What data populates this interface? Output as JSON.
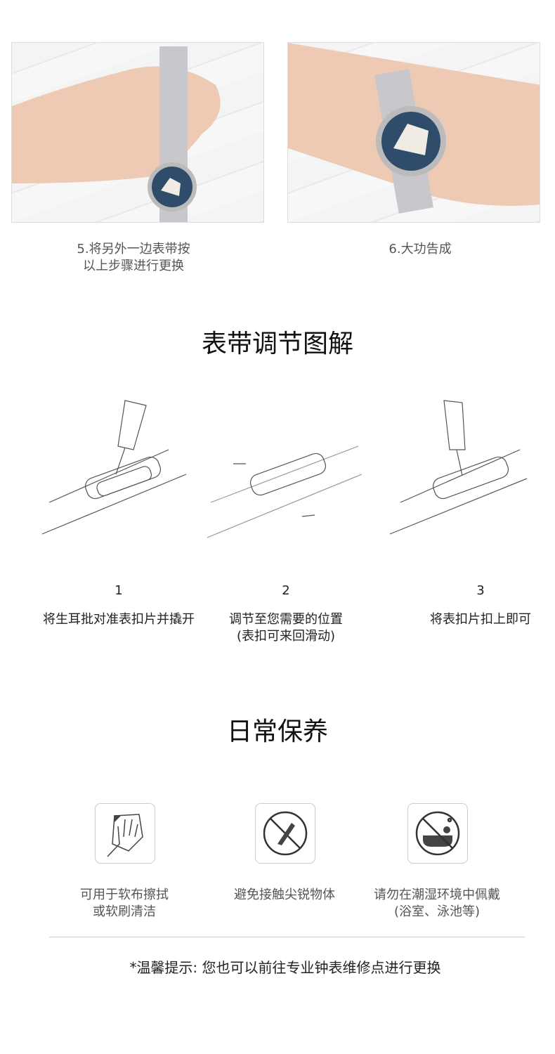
{
  "photos": [
    {
      "caption_line1": "5.将另外一边表带按",
      "caption_line2": "以上步骤进行更换"
    },
    {
      "caption_line1": "6.大功告成"
    }
  ],
  "adjust_section": {
    "title": "表带调节图解",
    "steps": [
      {
        "number": "1",
        "line1": "将生耳批对准表扣片并撬开"
      },
      {
        "number": "2",
        "line1": "调节至您需要的位置",
        "line2": "(表扣可来回滑动)"
      },
      {
        "number": "3",
        "line1": "将表扣片扣上即可"
      }
    ]
  },
  "care_section": {
    "title": "日常保养",
    "items": [
      {
        "icon": "hand-cloth-icon",
        "line1": "可用于软布擦拭",
        "line2": "或软刷清洁"
      },
      {
        "icon": "no-sharp-objects-icon",
        "line1": "避免接触尖锐物体"
      },
      {
        "icon": "no-bath-icon",
        "line1": "请勿在潮湿环境中佩戴",
        "line2": "(浴室、泳池等)"
      }
    ]
  },
  "footer": {
    "tip": "*温馨提示: 您也可以前往专业钟表维修点进行更换"
  }
}
